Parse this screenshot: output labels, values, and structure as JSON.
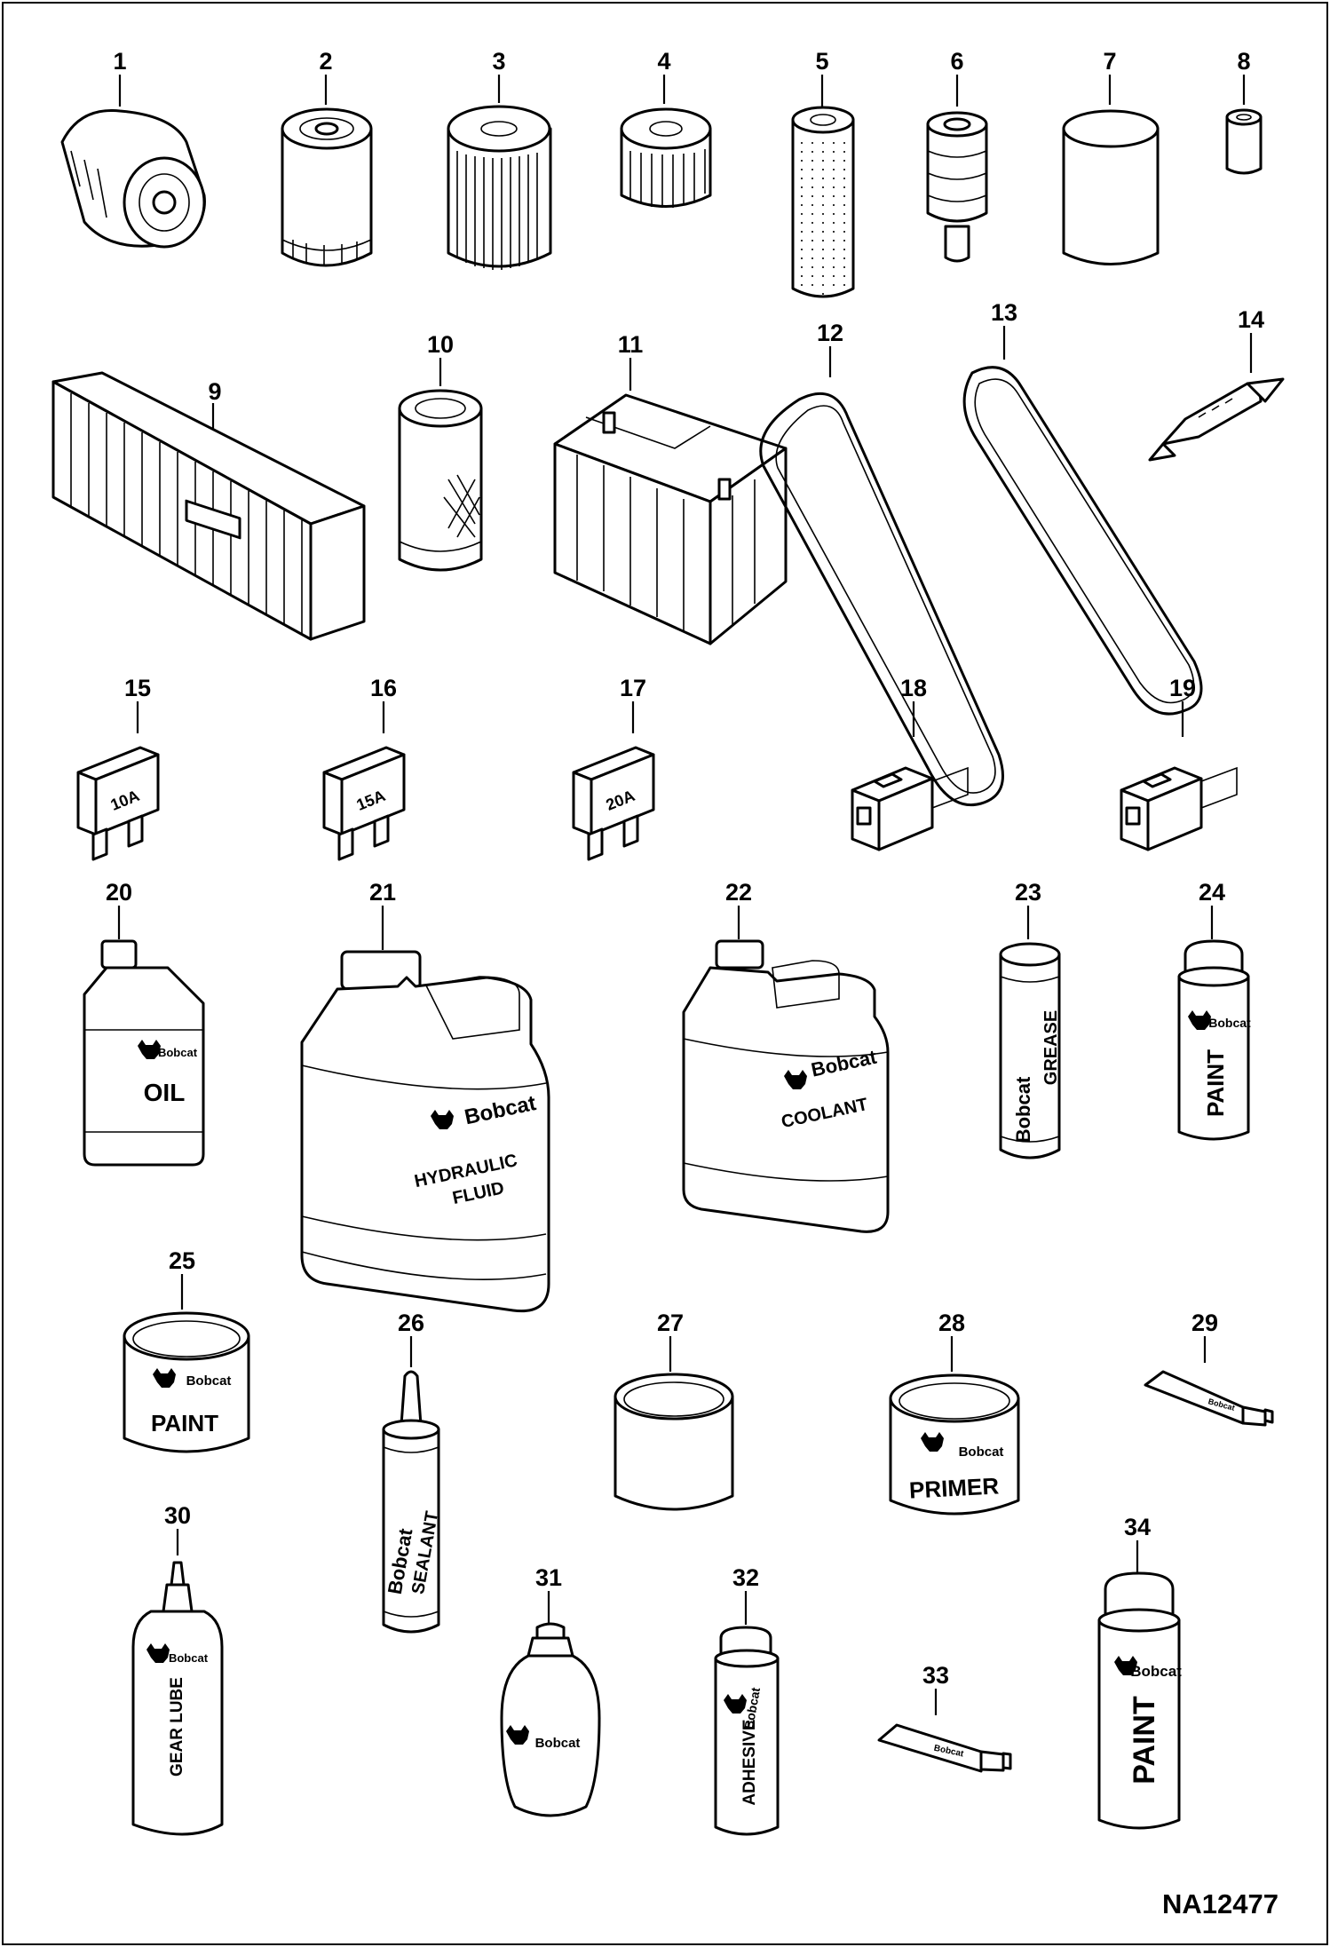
{
  "reference_code": "NA12477",
  "items": [
    {
      "num": "1",
      "part": "oil-filter"
    },
    {
      "num": "2",
      "part": "fuel-filter"
    },
    {
      "num": "3",
      "part": "filter-element"
    },
    {
      "num": "4",
      "part": "filter-element-short"
    },
    {
      "num": "5",
      "part": "perforated-filter"
    },
    {
      "num": "6",
      "part": "strainer"
    },
    {
      "num": "7",
      "part": "cylinder-filter"
    },
    {
      "num": "8",
      "part": "small-bushing"
    },
    {
      "num": "9",
      "part": "cab-air-filter"
    },
    {
      "num": "10",
      "part": "air-filter-element"
    },
    {
      "num": "11",
      "part": "battery"
    },
    {
      "num": "12",
      "part": "belt"
    },
    {
      "num": "13",
      "part": "belt"
    },
    {
      "num": "14",
      "part": "bulb"
    },
    {
      "num": "15",
      "part": "fuse",
      "text": "10A"
    },
    {
      "num": "16",
      "part": "fuse",
      "text": "15A"
    },
    {
      "num": "17",
      "part": "fuse",
      "text": "20A"
    },
    {
      "num": "18",
      "part": "connector"
    },
    {
      "num": "19",
      "part": "connector"
    },
    {
      "num": "20",
      "part": "oil-bottle",
      "brand": "Bobcat",
      "text": "OIL"
    },
    {
      "num": "21",
      "part": "hydraulic-jug",
      "brand": "Bobcat",
      "text1": "HYDRAULIC",
      "text2": "FLUID"
    },
    {
      "num": "22",
      "part": "coolant-jug",
      "brand": "Bobcat",
      "text": "COOLANT"
    },
    {
      "num": "23",
      "part": "grease-tube",
      "brand": "Bobcat",
      "text": "GREASE"
    },
    {
      "num": "24",
      "part": "paint-can-small",
      "brand": "Bobcat",
      "text": "PAINT"
    },
    {
      "num": "25",
      "part": "paint-tin",
      "brand": "Bobcat",
      "text": "PAINT"
    },
    {
      "num": "26",
      "part": "sealant-tube",
      "brand": "Bobcat",
      "text": "SEALANT"
    },
    {
      "num": "27",
      "part": "plain-tin"
    },
    {
      "num": "28",
      "part": "primer-tin",
      "brand": "Bobcat",
      "text": "PRIMER"
    },
    {
      "num": "29",
      "part": "small-tube",
      "brand": "Bobcat"
    },
    {
      "num": "30",
      "part": "gear-lube-bottle",
      "brand": "Bobcat",
      "text": "GEAR LUBE"
    },
    {
      "num": "31",
      "part": "squeeze-bottle",
      "brand": "Bobcat"
    },
    {
      "num": "32",
      "part": "adhesive-can",
      "brand": "Bobcat",
      "text": "ADHESIVE"
    },
    {
      "num": "33",
      "part": "small-tube",
      "brand": "Bobcat"
    },
    {
      "num": "34",
      "part": "paint-can-large",
      "brand": "Bobcat",
      "text": "PAINT"
    }
  ]
}
